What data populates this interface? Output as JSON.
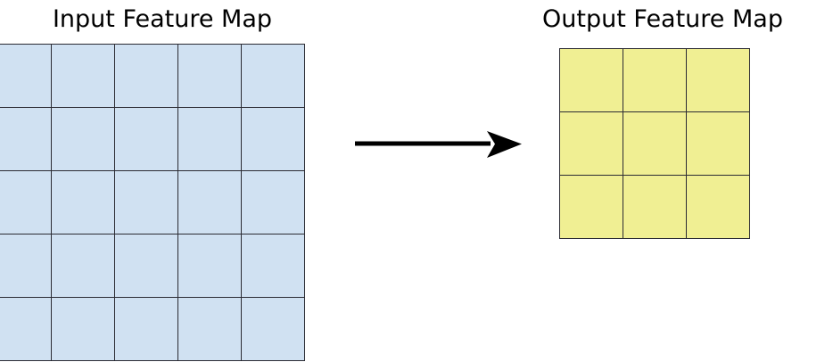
{
  "diagram": {
    "title_left": "Input Feature Map",
    "title_right": "Output Feature Map",
    "arrow_icon": "right-arrow-icon",
    "colors": {
      "input_fill": "#d0e1f2",
      "output_fill": "#f0ef93",
      "grid_stroke": "#2b2b33",
      "arrow": "#000000",
      "background": "#ffffff",
      "text": "#000000"
    }
  },
  "chart_data": {
    "type": "diagram",
    "title": "",
    "panels": [
      {
        "name": "input-feature-map",
        "label": "Input Feature Map",
        "rows": 5,
        "cols": 5,
        "cell_size_px": 71,
        "fill": "#d0e1f2",
        "stroke": "#2b2b33",
        "clipped_edges": [
          "left",
          "bottom"
        ]
      },
      {
        "name": "output-feature-map",
        "label": "Output Feature Map",
        "rows": 3,
        "cols": 3,
        "cell_size_px": 71,
        "fill": "#f0ef93",
        "stroke": "#2b2b33",
        "clipped_edges": []
      }
    ],
    "connector": {
      "type": "arrow",
      "direction": "right",
      "from": "input-feature-map",
      "to": "output-feature-map",
      "label": ""
    }
  }
}
